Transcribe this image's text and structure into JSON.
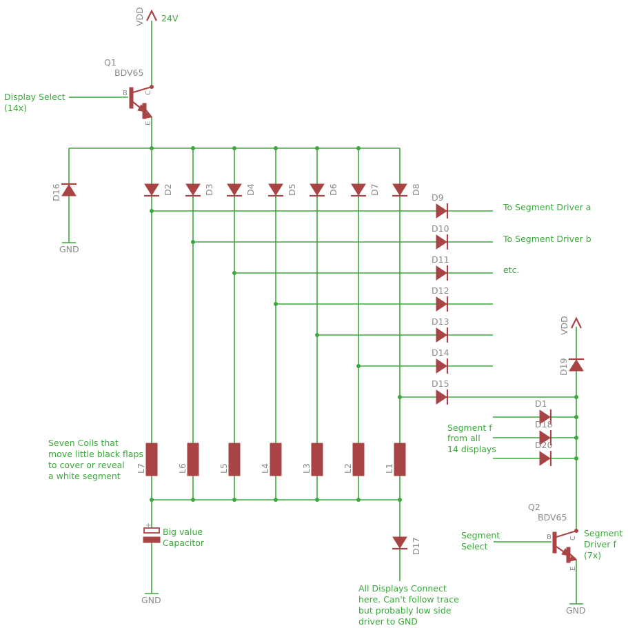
{
  "colors": {
    "wire": "#3aa83a",
    "component": "#a94444",
    "label": "#8a8a8a",
    "text": "#3aa83a"
  },
  "power": {
    "vdd": "VDD",
    "gnd": "GND",
    "supply": "24V"
  },
  "q1": {
    "name": "Q1",
    "part": "BDV65",
    "input": [
      "Display Select",
      "(14x)"
    ]
  },
  "q2": {
    "name": "Q2",
    "part": "BDV65",
    "input": [
      "Segment",
      "Select"
    ],
    "output": [
      "Segment",
      "Driver f",
      "(7x)"
    ]
  },
  "pins": {
    "b": "B",
    "c": "C",
    "e": "E"
  },
  "top_diodes": [
    "D2",
    "D3",
    "D4",
    "D5",
    "D6",
    "D7",
    "D8"
  ],
  "flyback_diode": "D16",
  "segment_diodes": [
    "D9",
    "D10",
    "D11",
    "D12",
    "D13",
    "D14",
    "D15"
  ],
  "segment_outputs": [
    "To Segment Driver a",
    "To Segment Driver b",
    "etc."
  ],
  "coils": [
    "L7",
    "L6",
    "L5",
    "L4",
    "L3",
    "L2",
    "L1"
  ],
  "coil_note": [
    "Seven Coils that",
    "move little black flaps",
    "to cover or reveal",
    "a white segment"
  ],
  "capacitor": {
    "label": [
      "Big value",
      "Capacitor"
    ],
    "polarity": "+"
  },
  "d17": {
    "name": "D17",
    "note": [
      "All Displays Connect",
      "here. Can't follow trace",
      "but probably low side",
      "driver to GND"
    ]
  },
  "d19": "D19",
  "seg_f": {
    "diodes": [
      "D1",
      "D18",
      "D20"
    ],
    "note": [
      "Segment f",
      "from all",
      "14 displays"
    ]
  }
}
